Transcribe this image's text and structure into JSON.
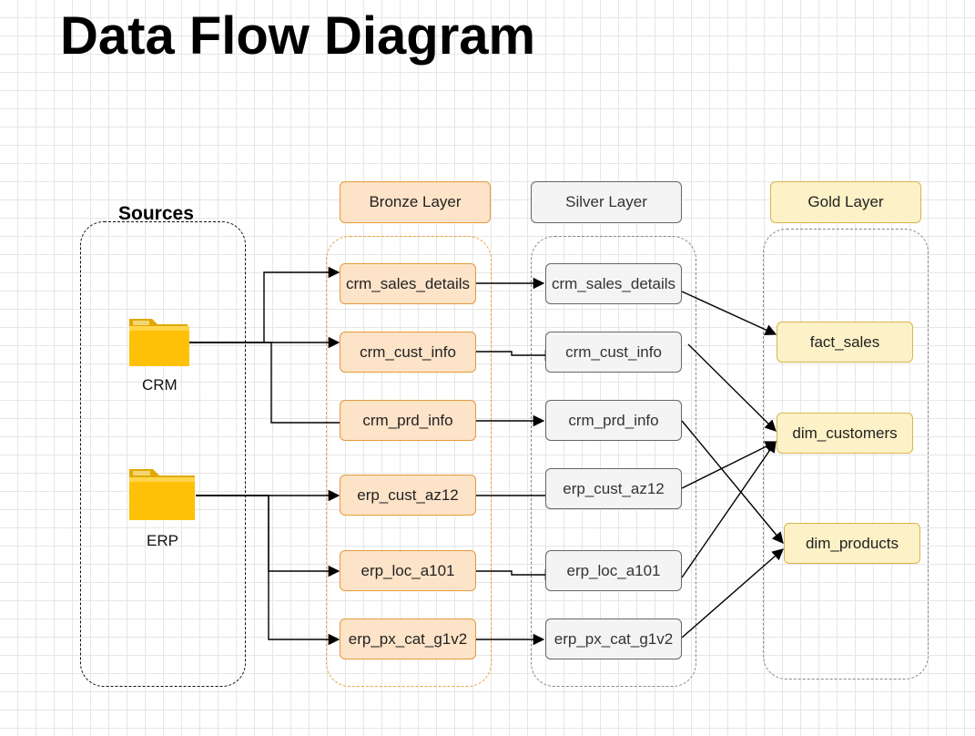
{
  "title": "Data Flow Diagram",
  "sources": {
    "title": "Sources",
    "items": [
      {
        "label": "CRM",
        "icon": "folder-icon"
      },
      {
        "label": "ERP",
        "icon": "folder-icon"
      }
    ]
  },
  "bronze": {
    "header": "Bronze Layer",
    "tables": [
      "crm_sales_details",
      "crm_cust_info",
      "crm_prd_info",
      "erp_cust_az12",
      "erp_loc_a101",
      "erp_px_cat_g1v2"
    ]
  },
  "silver": {
    "header": "Silver Layer",
    "tables": [
      "crm_sales_details",
      "crm_cust_info",
      "crm_prd_info",
      "erp_cust_az12",
      "erp_loc_a101",
      "erp_px_cat_g1v2"
    ]
  },
  "gold": {
    "header": "Gold Layer",
    "tables": [
      "fact_sales",
      "dim_customers",
      "dim_products"
    ]
  },
  "colors": {
    "bronze_fill": "#fde3c8",
    "silver_fill": "#f4f4f4",
    "gold_fill": "#fdf1c7",
    "folder": "#ffc107"
  }
}
